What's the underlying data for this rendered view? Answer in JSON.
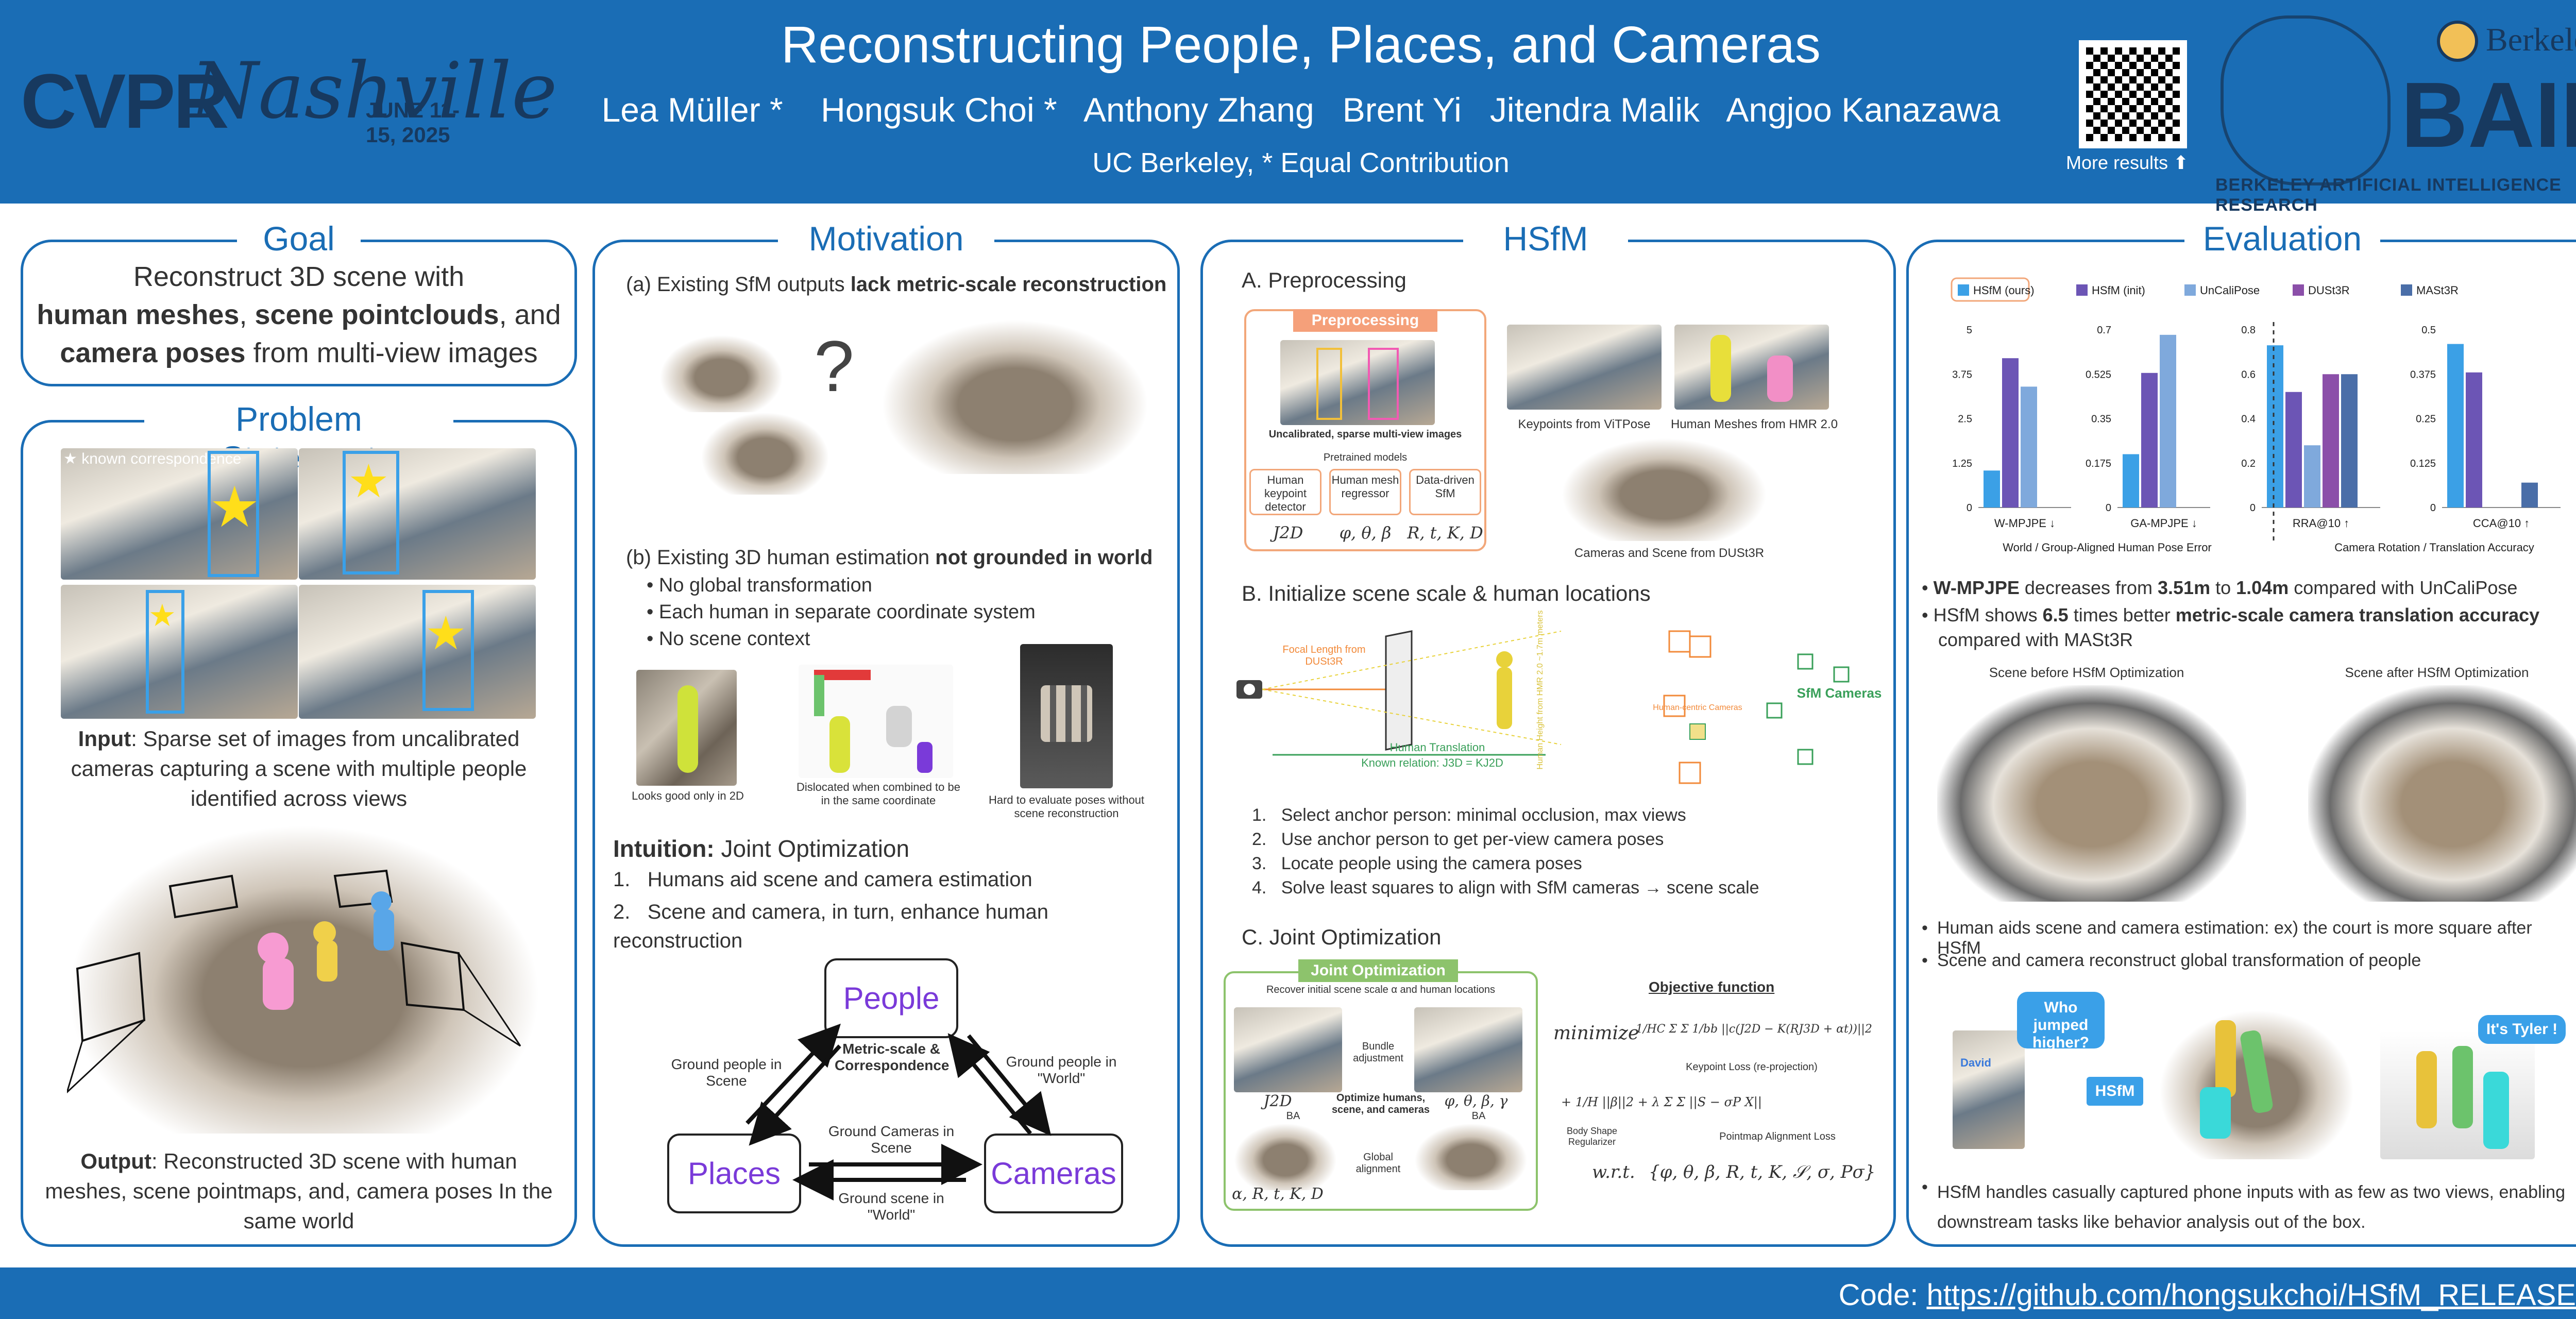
{
  "header": {
    "title": "Reconstructing People, Places, and Cameras",
    "authors": "Lea Müller *    Hongsuk Choi *   Anthony Zhang   Brent Yi   Jitendra Malik   Angjoo Kanazawa",
    "affiliation": "UC Berkeley, * Equal Contribution",
    "cvpr_logo": "CVPR",
    "cvpr_city": "Nashville",
    "cvpr_dates": "JUNE 11-15, 2025",
    "more_results": "More results ⬆",
    "bair_word": "BAIR",
    "bair_university": "Berkeley",
    "bair_subtitle": "BERKELEY ARTIFICIAL INTELLIGENCE RESEARCH"
  },
  "goal": {
    "title": "Goal",
    "line1": "Reconstruct 3D scene with",
    "line2_b1": "human meshes",
    "line2_sep": ", ",
    "line2_b2": "scene pointclouds",
    "line2_end": ", and",
    "line3_b": "camera poses",
    "line3_end": " from multi-view images"
  },
  "problem": {
    "title": "Problem Statement",
    "known_corr": "★ known correspondence",
    "input_label": "Input",
    "input_text": ": Sparse set of images from uncalibrated cameras capturing a scene with multiple people identified across views",
    "output_label": "Output",
    "output_text": ": Reconstructed 3D scene with human meshes, scene pointmaps, and, camera poses In the same world"
  },
  "motivation": {
    "title": "Motivation",
    "a_prefix": "(a) Existing SfM outputs ",
    "a_bold": "lack metric-scale reconstruction",
    "question": "?",
    "b_prefix": "(b) Existing 3D human estimation ",
    "b_bold": "not grounded in world",
    "bullets": [
      "No global transformation",
      "Each human in separate coordinate system",
      "No scene context"
    ],
    "cap1": "Looks good only in 2D",
    "cap2": "Dislocated when combined to be in the same coordinate",
    "cap3": "Hard to evaluate poses without scene reconstruction",
    "intuition_label": "Intuition:",
    "intuition_rest": " Joint Optimization",
    "intuition_items": [
      "Humans aid scene and camera estimation",
      "Scene and camera, in turn, enhance human reconstruction"
    ],
    "node_people": "People",
    "node_places": "Places",
    "node_cameras": "Cameras",
    "center_label": "Metric-scale & Correspondence",
    "edge_tl": "Ground people in Scene",
    "edge_tr": "Ground people in \"World\"",
    "edge_b1": "Ground Cameras in Scene",
    "edge_b2": "Ground scene in \"World\""
  },
  "hsfm": {
    "title": "HSfM",
    "a_title": "A. Preprocessing",
    "pre_header": "Preprocessing",
    "pre_caption": "Uncalibrated, sparse multi-view images",
    "pretrained": "Pretrained models",
    "model1": "Human keypoint detector",
    "model2": "Human mesh regressor",
    "model3": "Data-driven SfM",
    "sym1": "J2D",
    "sym2": "φ, θ, β",
    "sym3": "R, t, K, D",
    "cap_kp": "Keypoints from ViTPose",
    "cap_hm": "Human Meshes from HMR 2.0",
    "cap_dust": "Cameras and Scene from DUSt3R",
    "b_title": "B. Initialize scene scale & human locations",
    "focal": "Focal Length from DUSt3R",
    "human_translation": "Human Translation",
    "known_rel": "Known relation:  J3D = KJ2D",
    "height_note": "Human Height from HMR 2.0 ~1.7m meters",
    "hc_cams": "Human-centric Cameras",
    "sfm_cams": "SfM Cameras",
    "b_items": [
      "Select anchor person: minimal occlusion, max views",
      "Use anchor person to get per-view camera poses",
      "Locate people using the camera poses",
      "Solve least squares to align with SfM cameras → scene scale"
    ],
    "c_title": "C. Joint Optimization",
    "jo_header": "Joint Optimization",
    "jo_recover": "Recover initial scene scale α and human locations",
    "bundle": "Bundle adjustment",
    "optimize": "Optimize humans, scene, and cameras",
    "global_align": "Global alignment",
    "ba": "BA",
    "jo_sym_l": "J2D",
    "jo_sym_r": "φ, θ, β, γ",
    "jo_bottom": "α, R, t, K, D",
    "obj_title": "Objective function",
    "minimize": "minimize",
    "obj_formula1": "1/HC Σ Σ 1/bb ||c(J2D − K(RJ3D + αt))||2",
    "kp_loss": "Keypoint Loss (re-projection)",
    "obj_formula2": "+ 1/H ||β||2 + λ Σ Σ ||S − σP X||",
    "body_reg": "Body Shape Regularizer",
    "pm_loss": "Pointmap Alignment Loss",
    "wrt": "w.r.t.",
    "wrt_vars": "{φ, θ, β, R, t, K, 𝒮, σ, Pσ}"
  },
  "evaluation": {
    "title": "Evaluation",
    "bullet1_b1": "W-MPJPE",
    "bullet1_mid": " decreases from ",
    "bullet1_b2": "3.51m",
    "bullet1_to": " to ",
    "bullet1_b3": "1.04m",
    "bullet1_end": " compared with UnCaliPose",
    "bullet2_a": "HSfM shows ",
    "bullet2_b": "6.5",
    "bullet2_c": " times better ",
    "bullet2_d": "metric-scale camera translation accuracy",
    "bullet2_e": "compared with MASt3R",
    "scene_before": "Scene before HSfM Optimization",
    "scene_after": "Scene after HSfM Optimization",
    "bullet3": "Human aids scene and camera estimation: ex) the court is more square after HSfM",
    "bullet4": "Scene and camera reconstruct global transformation of people",
    "bubble_q": "Who jumped higher?",
    "bubble_a": "It's Tyler !",
    "hsfm_arrow": "HSfM",
    "david": "David",
    "bullet5": "HSfM handles casually captured phone inputs with as few as two views, enabling downstream tasks like behavior analysis out of the box.",
    "group_label_left": "World / Group-Aligned Human Pose Error",
    "group_label_right": "Camera Rotation / Translation Accuracy"
  },
  "chart_data": {
    "type": "bar",
    "legend": [
      "HSfM (ours)",
      "HSfM (init)",
      "UnCaliPose",
      "DUSt3R",
      "MASt3R"
    ],
    "colors": [
      "#3ba0e6",
      "#6c55b5",
      "#7fa9dc",
      "#8b4fa9",
      "#4a6ea8"
    ],
    "panels": [
      {
        "xlabel": "W-MPJPE ↓",
        "ylim": [
          0,
          5
        ],
        "yticks": [
          "0",
          "1.25",
          "2.5",
          "3.75",
          "5"
        ],
        "series": [
          {
            "name": "HSfM (ours)",
            "value": 1.04
          },
          {
            "name": "HSfM (init)",
            "value": 4.2
          },
          {
            "name": "UnCaliPose",
            "value": 3.4
          }
        ]
      },
      {
        "xlabel": "GA-MPJPE ↓",
        "ylim": [
          0,
          0.7
        ],
        "yticks": [
          "0",
          "0.175",
          "0.35",
          "0.525",
          "0.7"
        ],
        "series": [
          {
            "name": "HSfM (ours)",
            "value": 0.21
          },
          {
            "name": "HSfM (init)",
            "value": 0.53
          },
          {
            "name": "UnCaliPose",
            "value": 0.68
          }
        ]
      },
      {
        "xlabel": "RRA@10 ↑",
        "ylim": [
          0,
          0.8
        ],
        "yticks": [
          "0",
          "0.2",
          "0.4",
          "0.6",
          "0.8"
        ],
        "series": [
          {
            "name": "HSfM (ours)",
            "value": 0.73
          },
          {
            "name": "HSfM (init)",
            "value": 0.52
          },
          {
            "name": "UnCaliPose",
            "value": 0.28
          },
          {
            "name": "DUSt3R",
            "value": 0.6
          },
          {
            "name": "MASt3R",
            "value": 0.6
          }
        ]
      },
      {
        "xlabel": "CCA@10 ↑",
        "ylim": [
          0,
          0.5
        ],
        "yticks": [
          "0",
          "0.125",
          "0.25",
          "0.375",
          "0.5"
        ],
        "series": [
          {
            "name": "HSfM (ours)",
            "value": 0.46
          },
          {
            "name": "HSfM (init)",
            "value": 0.38
          },
          {
            "name": "UnCaliPose",
            "value": 0.0
          },
          {
            "name": "DUSt3R",
            "value": 0.0
          },
          {
            "name": "MASt3R",
            "value": 0.07
          }
        ]
      }
    ]
  },
  "footer": {
    "code_label": "Code: ",
    "code_url": "https://github.com/hongsukchoi/HSfM_RELEASE"
  }
}
